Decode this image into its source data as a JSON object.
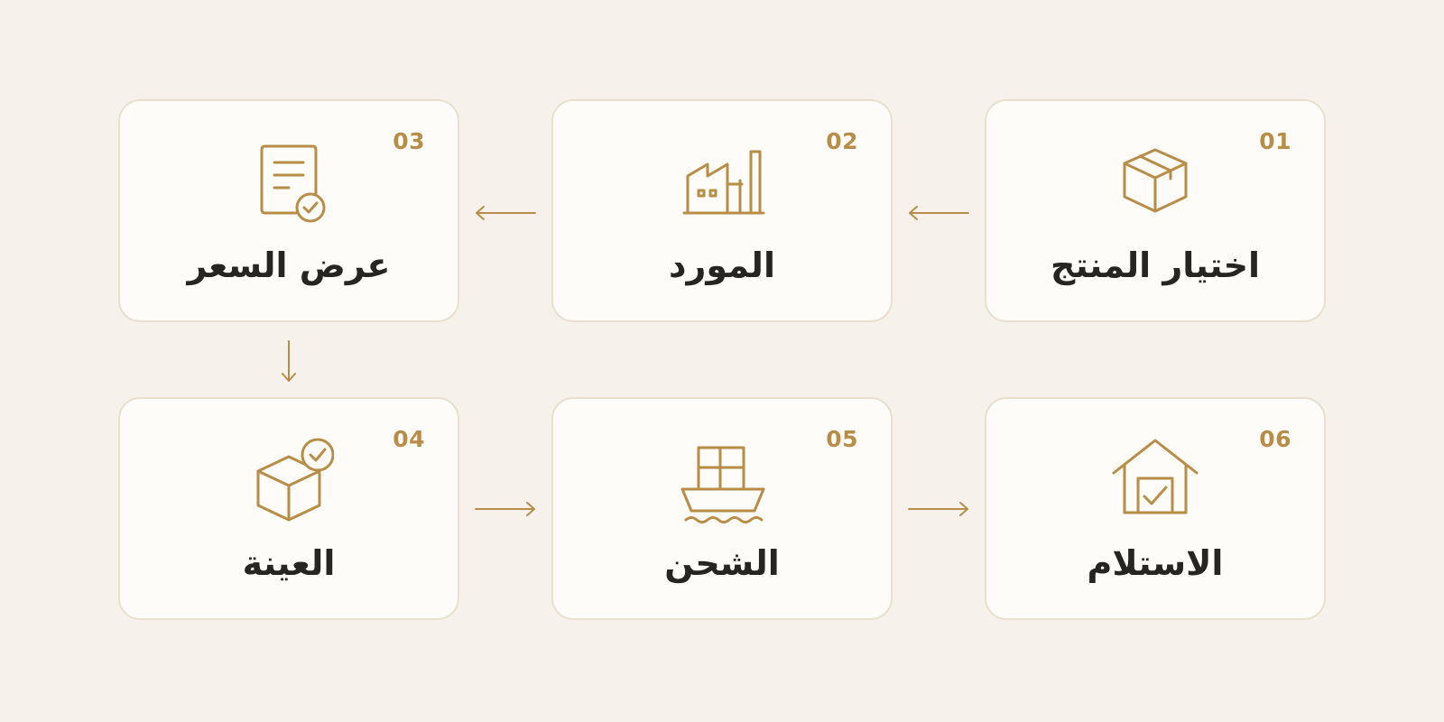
{
  "colors": {
    "background": "#f6f2eb",
    "card": "#fdfcf8",
    "card_border": "#e9e0cf",
    "accent": "#b88d48",
    "text": "#262522"
  },
  "steps": [
    {
      "number": "01",
      "label": "اختيار المنتج",
      "icon": "box-icon"
    },
    {
      "number": "02",
      "label": "المورد",
      "icon": "factory-icon"
    },
    {
      "number": "03",
      "label": "عرض السعر",
      "icon": "quote-document-icon"
    },
    {
      "number": "04",
      "label": "العينة",
      "icon": "box-check-icon"
    },
    {
      "number": "05",
      "label": "الشحن",
      "icon": "ship-icon"
    },
    {
      "number": "06",
      "label": "الاستلام",
      "icon": "warehouse-check-icon"
    }
  ]
}
